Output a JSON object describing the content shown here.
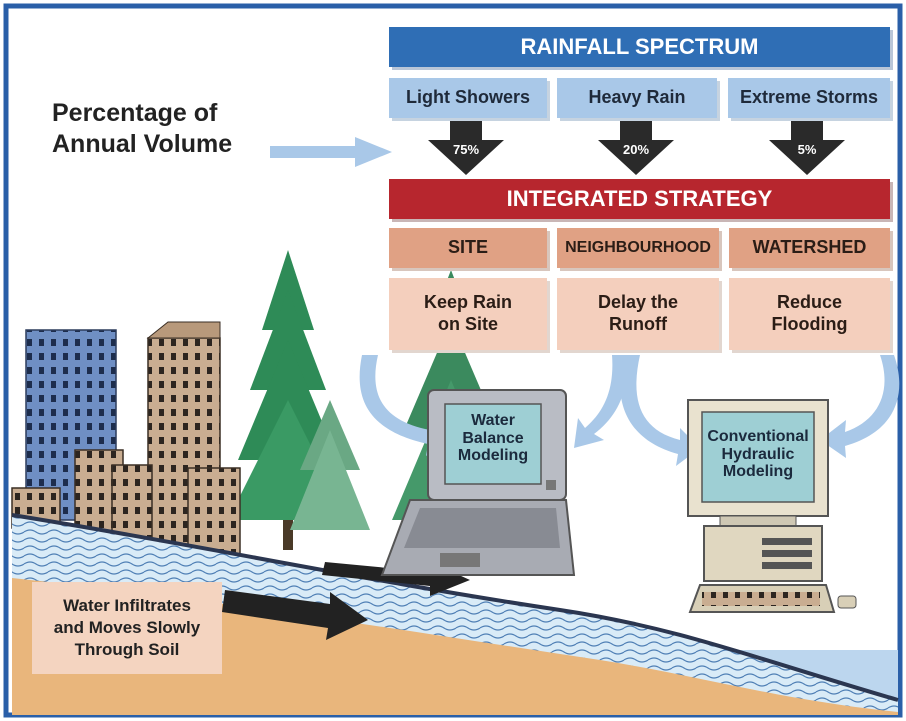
{
  "title": "RAINFALL SPECTRUM",
  "percentage_label": {
    "line1": "Percentage of",
    "line2": "Annual Volume"
  },
  "rainfall_types": [
    {
      "label": "Light Showers",
      "percent": "75%"
    },
    {
      "label": "Heavy Rain",
      "percent": "20%"
    },
    {
      "label": "Extreme Storms",
      "percent": "5%"
    }
  ],
  "strategy_title": "INTEGRATED STRATEGY",
  "scales": [
    {
      "label": "SITE",
      "goal_line1": "Keep Rain",
      "goal_line2": "on Site"
    },
    {
      "label": "NEIGHBOURHOOD",
      "goal_line1": "Delay the",
      "goal_line2": "Runoff"
    },
    {
      "label": "WATERSHED",
      "goal_line1": "Reduce",
      "goal_line2": "Flooding"
    }
  ],
  "laptop_screen": {
    "line1": "Water",
    "line2": "Balance",
    "line3": "Modeling"
  },
  "desktop_screen": {
    "line1": "Conventional",
    "line2": "Hydraulic",
    "line3": "Modeling"
  },
  "soil_label": {
    "line1": "Water Infiltrates",
    "line2": "and Moves Slowly",
    "line3": "Through Soil"
  },
  "colors": {
    "frame": "#2a5fa8",
    "banner_blue": "#2f6eb5",
    "banner_red": "#b7262e",
    "category_blue": "#a9c8e8",
    "category_orange": "#e0a184",
    "goal_box": "#f4cfbd",
    "sky_fill": "#dbe8f4",
    "soil": "#e9b67c",
    "water_layer": "#cfe3f3",
    "forest_green": "#2e8b57"
  }
}
